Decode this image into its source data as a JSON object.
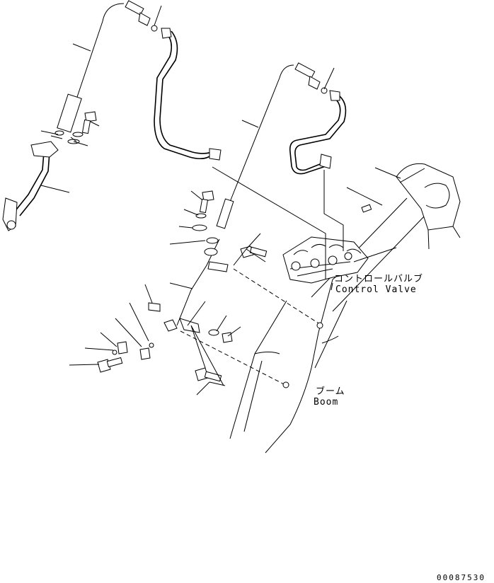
{
  "labels": {
    "control_valve_jp": "コントロールバルブ",
    "control_valve_en": "Control Valve",
    "boom_jp": "ブーム",
    "boom_en": "Boom"
  },
  "figure_number": "00087530"
}
